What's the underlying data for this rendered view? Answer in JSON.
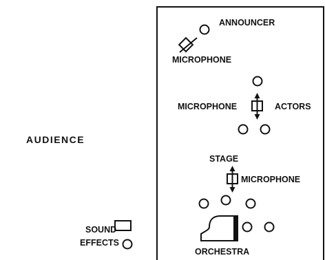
{
  "labels": {
    "announcer": "ANNOUNCER",
    "announcer_microphone": "MICROPHONE",
    "actors_microphone": "MICROPHONE",
    "actors": "ACTORS",
    "audience": "AUDIENCE",
    "stage": "STAGE",
    "stage_microphone": "MICROPHONE",
    "sound": "SOUND",
    "effects": "EFFECTS",
    "orchestra": "ORCHESTRA"
  }
}
